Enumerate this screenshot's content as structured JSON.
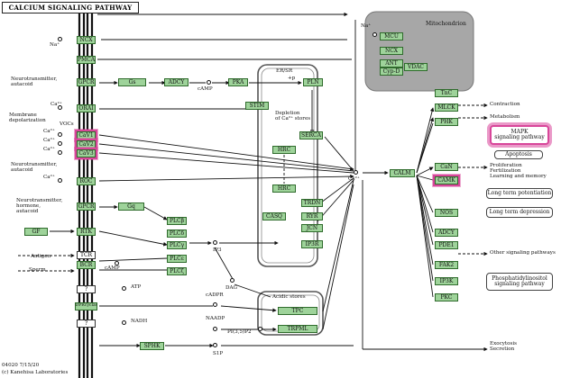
{
  "title": "CALCIUM SIGNALING PATHWAY",
  "mito": "Mitochondrion",
  "er": "ER/SR",
  "acidic": "Acidic stores",
  "footer": [
    "04020 7/15/20",
    "(c) Kanehisa Laboratories"
  ],
  "genes": {
    "ncx_l": "NCX",
    "pmca": "PMCA",
    "gpcr": "GPCR",
    "gs": "Gs",
    "adcy1": "ADCY",
    "pka": "PKA",
    "pln": "PLN",
    "orai": "ORAI",
    "stim": "STIM",
    "cav1": "CaV1",
    "cav2": "CaV2",
    "cav3": "CaV3",
    "roc": "ROC",
    "hrc1": "HRC",
    "serca": "SERCA",
    "hrc2": "HRC",
    "trdn": "TRDN",
    "casq": "CASQ",
    "ryr": "RYR",
    "jcn": "JCN",
    "ip3r": "IP3R",
    "gpcr2": "GPCR",
    "gq": "Gq",
    "gf": "GF",
    "rtk": "RTK",
    "tcr": "TCR",
    "bcr": "BCR",
    "plcb": "PLCβ",
    "plcd": "PLCδ",
    "plcg": "PLCγ",
    "plce": "PLCε",
    "plcz": "PLCζ",
    "q1": "?",
    "q2": "?",
    "adprc": "ADPRcyclase",
    "sphk": "SPHK",
    "trpc": "TPC",
    "trpml": "TRPML",
    "mcu": "MCU",
    "ncx_m": "NCX",
    "ant": "ANT",
    "cypd": "Cyp-D",
    "vdac": "VDAC",
    "calm": "CALM",
    "tnc": "TnC",
    "mlck": "MLCK",
    "phk": "PHK",
    "can": "CaN",
    "camk": "CAMK",
    "nos": "NOS",
    "adcy2": "ADCY",
    "pde1": "PDE1",
    "fak2": "FAK2",
    "ip3k": "IP3K",
    "prkc": "PKC"
  },
  "labels": {
    "na1": "Na⁺",
    "na2": "Na⁺",
    "ca_o1": "Ca²⁺",
    "ca_o2": "Ca²⁺",
    "ca_o3": "Ca²⁺",
    "ca_o4": "Ca²⁺",
    "ca_o5": "Ca²⁺",
    "ca_c": "Ca²⁺",
    "neuro1": [
      "Neurotransmitter,",
      "autacoid"
    ],
    "membrane": [
      "Membrane",
      "depolarization"
    ],
    "vocs": "VOCs",
    "neuro2": [
      "Neurotransmitter,",
      "autacoid"
    ],
    "neuro3": [
      "Neurotransmitter,",
      "hormone,",
      "autacoid"
    ],
    "antigen": "Antigen",
    "sperm": "Sperm",
    "camp1": "cAMP",
    "camp2": "cAMP",
    "p": "+p",
    "depletion": [
      "Depletion",
      "of Ca²⁺ stores"
    ],
    "ip3": "IP3",
    "dag": "DAG",
    "atp": "ATP",
    "nadh": "NADH",
    "cadpr": "cADPR",
    "naadp": "NAADP",
    "pi35": "PI(3,5)P2",
    "s1p": "S1P"
  },
  "outputs": {
    "contraction": "Contraction",
    "metabolism": "Metabolism",
    "mapk": [
      "MAPK",
      "signaling pathway"
    ],
    "apoptosis": "Apoptosis",
    "prolif": [
      "Proliferation",
      "Fertilization",
      "Learning and memory"
    ],
    "ltp": "Long term potentiation",
    "ltd": "Long term depression",
    "other": "Other signaling pathways",
    "phos": [
      "Phosphatidylinositol",
      "signaling pathway"
    ],
    "exo": [
      "Exocytosis",
      "Secretion"
    ]
  }
}
